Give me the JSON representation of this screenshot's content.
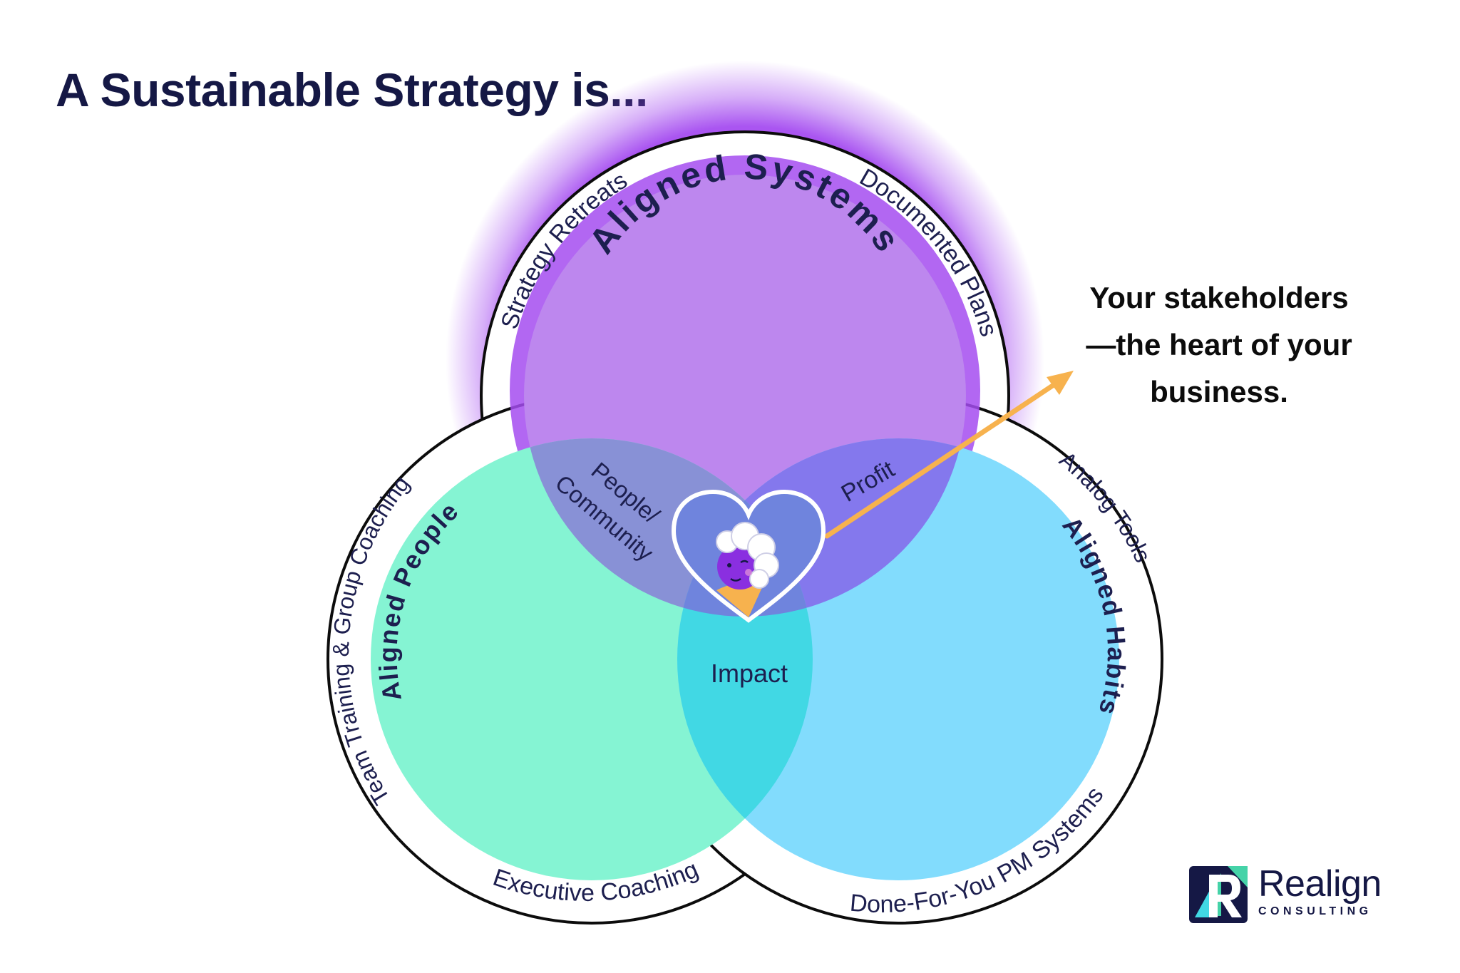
{
  "title": "A Sustainable Strategy is...",
  "callout": {
    "lines": [
      "Your stakeholders",
      "—the heart of your",
      "business."
    ]
  },
  "circles": {
    "systems": {
      "label": "Aligned Systems",
      "color": "#bd87ee"
    },
    "people": {
      "label": "Aligned People",
      "color": "#85f4d3"
    },
    "habits": {
      "label": "Aligned Habits",
      "color": "#82dcfd"
    }
  },
  "outer_labels": {
    "strategy_retreats": "Strategy Retreats",
    "documented_plans": "Documented Plans",
    "team_training": "Team Training & Group Coaching",
    "executive_coaching": "Executive Coaching",
    "analog_tools": "Analog Tools",
    "done_for_you": "Done-For-You PM Systems"
  },
  "overlaps": {
    "people_community_1": "People/",
    "people_community_2": "Community",
    "profit": "Profit",
    "impact": "Impact"
  },
  "colors": {
    "navy": "#151845",
    "arrow": "#f7b24e",
    "glow": "#a54cf0",
    "overlap_people_systems": "#8891d6",
    "overlap_systems_habits": "#8478ed",
    "overlap_people_habits": "#41d8e4",
    "center": "#6f84dd"
  },
  "logo": {
    "name": "Realign",
    "subtitle": "CONSULTING"
  },
  "icons": {
    "heart": "heart-icon",
    "avatar": "stakeholder-avatar-icon",
    "arrow": "arrow-icon",
    "logo": "realign-logo-icon"
  }
}
